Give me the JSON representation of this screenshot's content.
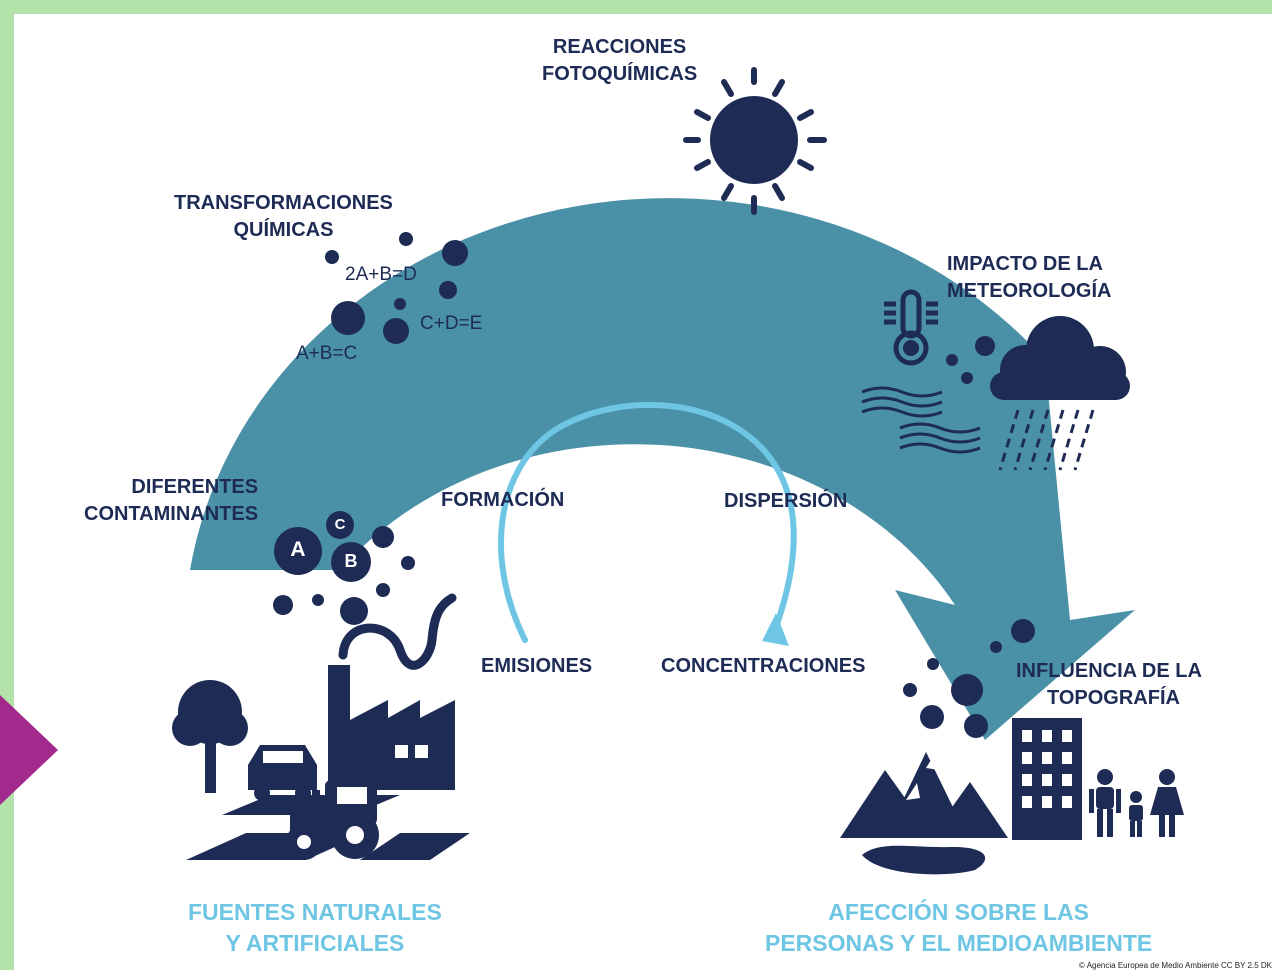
{
  "labels": {
    "reacciones": [
      "REACCIONES",
      "FOTOQUÍMICAS"
    ],
    "transformaciones": [
      "TRANSFORMACIONES",
      "QUÍMICAS"
    ],
    "impacto": [
      "IMPACTO DE LA",
      "METEOROLOGÍA"
    ],
    "diferentes": [
      "DIFERENTES",
      "CONTAMINANTES"
    ],
    "influencia": [
      "INFLUENCIA DE LA",
      "TOPOGRAFÍA"
    ]
  },
  "equations": [
    "2A+B=D",
    "C+D=E",
    "A+B=C"
  ],
  "pollutant_letters": [
    "A",
    "B",
    "C"
  ],
  "cycle": {
    "formacion": "FORMACIÓN",
    "dispersion": "DISPERSIÓN",
    "emisiones": "EMISIONES",
    "concentraciones": "CONCENTRACIONES"
  },
  "bottom": {
    "fuentes": [
      "FUENTES NATURALES",
      "Y ARTIFICIALES"
    ],
    "afeccion": [
      "AFECCIÓN SOBRE LAS",
      "PERSONAS Y EL MEDIOAMBIENTE"
    ]
  },
  "credit": "© Agencia Europea de Medio Ambiente CC BY 2.5 DK",
  "colors": {
    "frame": "#b3e3a8",
    "arc": "#4a91a8",
    "navy": "#1d2b55",
    "light_blue": "#6ec6e4",
    "nav_arrow": "#a12a8c"
  }
}
